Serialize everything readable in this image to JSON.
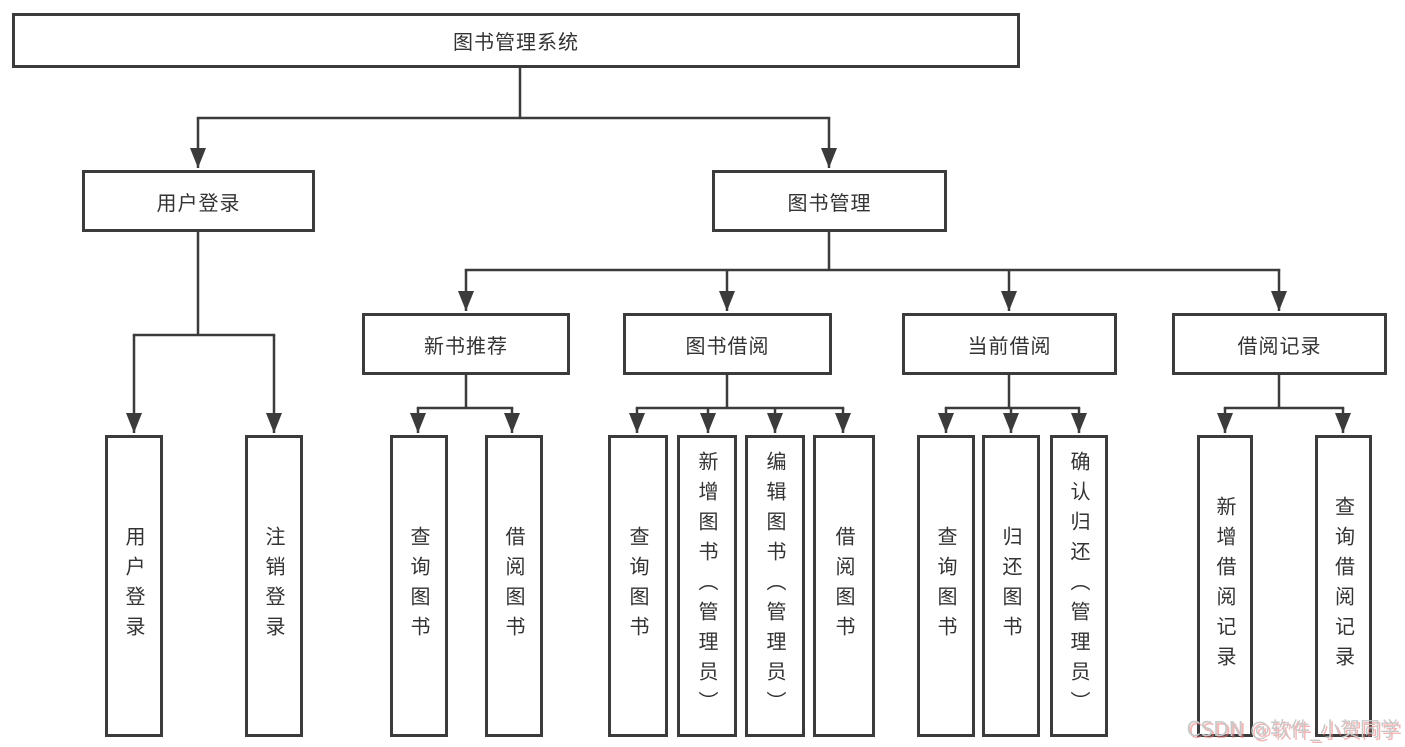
{
  "diagram": {
    "root": {
      "label": "图书管理系统"
    },
    "level2": [
      {
        "label": "用户登录"
      },
      {
        "label": "图书管理"
      }
    ],
    "level3": [
      {
        "label": "新书推荐"
      },
      {
        "label": "图书借阅"
      },
      {
        "label": "当前借阅"
      },
      {
        "label": "借阅记录"
      }
    ],
    "leaves": {
      "user_login": [
        {
          "label": "用户登录"
        },
        {
          "label": "注销登录"
        }
      ],
      "new_book_recommend": [
        {
          "label": "查询图书"
        },
        {
          "label": "借阅图书"
        }
      ],
      "book_borrowing": [
        {
          "label": "查询图书"
        },
        {
          "label": "新增图书（管理员）"
        },
        {
          "label": "编辑图书（管理员）"
        },
        {
          "label": "借阅图书"
        }
      ],
      "current_borrowing": [
        {
          "label": "查询图书"
        },
        {
          "label": "归还图书"
        },
        {
          "label": "确认归还（管理员）"
        }
      ],
      "borrowing_records": [
        {
          "label": "新增借阅记录"
        },
        {
          "label": "查询借阅记录"
        }
      ]
    }
  },
  "watermark": {
    "text": "CSDN @软件_小贺同学"
  },
  "colors": {
    "line": "#3b3b3b",
    "border": "#3b3b3b",
    "text": "#333333",
    "background": "#ffffff",
    "watermark_text": "#c9c9c9",
    "watermark_shadow": "#eb7878"
  }
}
